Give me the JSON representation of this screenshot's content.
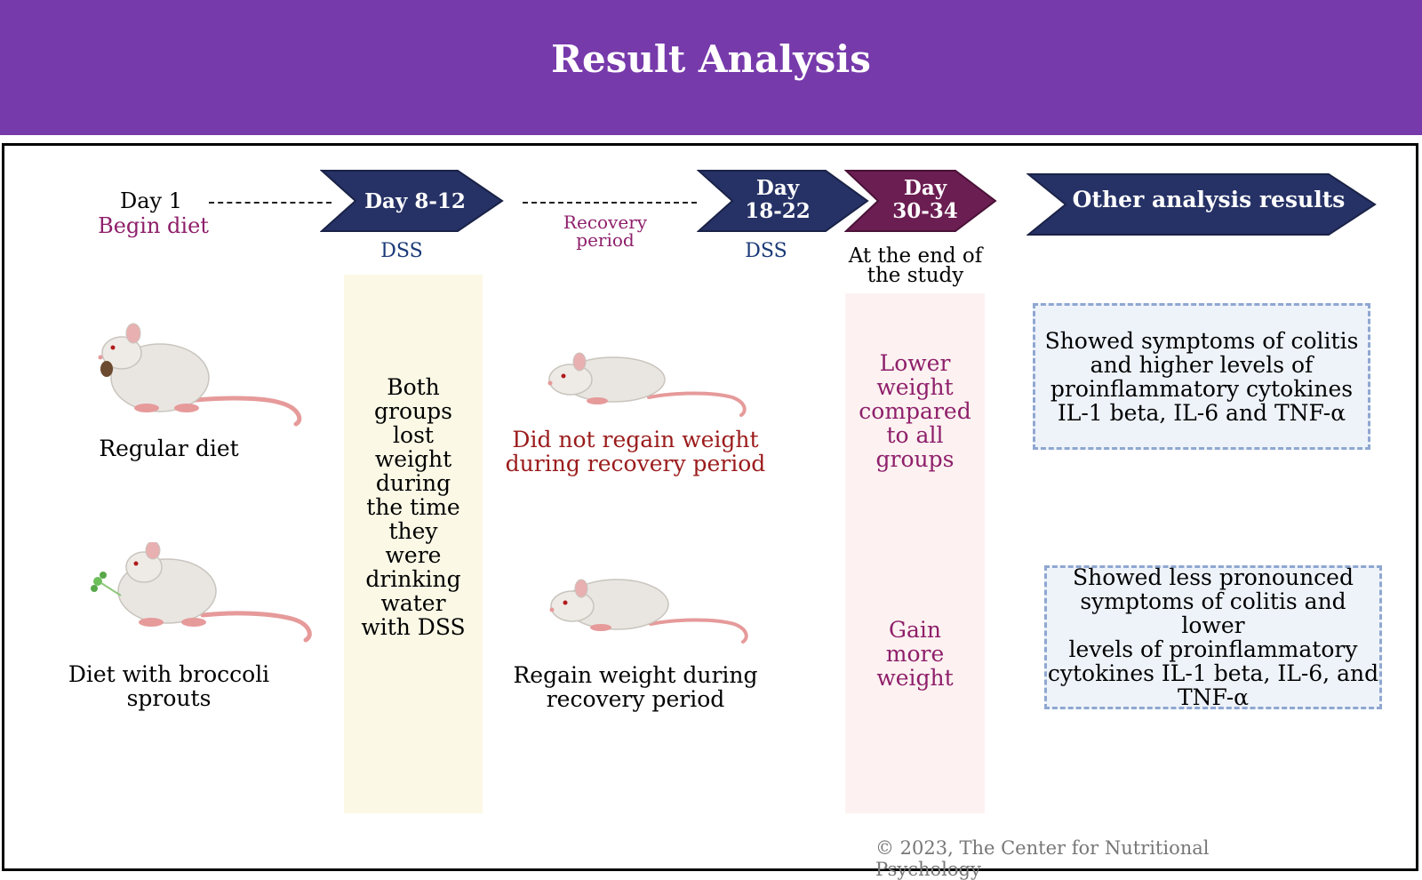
{
  "title": "Result Analysis",
  "timeline": {
    "day1": "Day 1",
    "begin_diet": "Begin diet",
    "day_8_12": "Day 8-12",
    "dss_1": "DSS",
    "recovery_line1": "Recovery",
    "recovery_line2": "period",
    "day_18_22_line1": "Day",
    "day_18_22_line2": "18-22",
    "dss_2": "DSS",
    "day_30_34_line1": "Day",
    "day_30_34_line2": "30-34",
    "end_line1": "At the end of",
    "end_line2": "the study",
    "other": "Other analysis results"
  },
  "groups": {
    "regular": "Regular diet",
    "broccoli_line1": "Diet with broccoli",
    "broccoli_line2": "sprouts"
  },
  "dss_effect_lines": [
    "Both",
    "groups",
    "lost",
    "weight",
    "during",
    "the time",
    "they",
    "were",
    "drinking",
    "water",
    "with DSS"
  ],
  "recovery": {
    "regular_line1": "Did not regain weight",
    "regular_line2": "during recovery period",
    "broccoli_line1": "Regain weight during",
    "broccoli_line2": "recovery period"
  },
  "end_results": {
    "regular_lines": [
      "Lower",
      "weight",
      "compared",
      "to all",
      "groups"
    ],
    "broccoli_lines": [
      "Gain",
      "more",
      "weight"
    ]
  },
  "other_results": {
    "regular_lines": [
      "Showed symptoms of colitis",
      "and higher levels of",
      "proinflammatory cytokines",
      "IL-1 beta, IL-6 and TNF-α"
    ],
    "broccoli_lines": [
      "Showed less pronounced",
      "symptoms of colitis and lower",
      "levels of proinflammatory",
      "cytokines IL-1 beta, IL-6, and",
      "TNF-α"
    ]
  },
  "copyright": "© 2023,  The Center for Nutritional Psychology",
  "colors": {
    "banner": "#773aab",
    "navy_arrow": "#263266",
    "plum_arrow": "#6b1e52",
    "navy_text": "#1b3a78",
    "plum_text": "#8e1f6b",
    "maroon_text": "#9b1b1b"
  },
  "icons": [
    "mouse-eating-icon",
    "mouse-eating-broccoli-icon",
    "mouse-icon"
  ]
}
